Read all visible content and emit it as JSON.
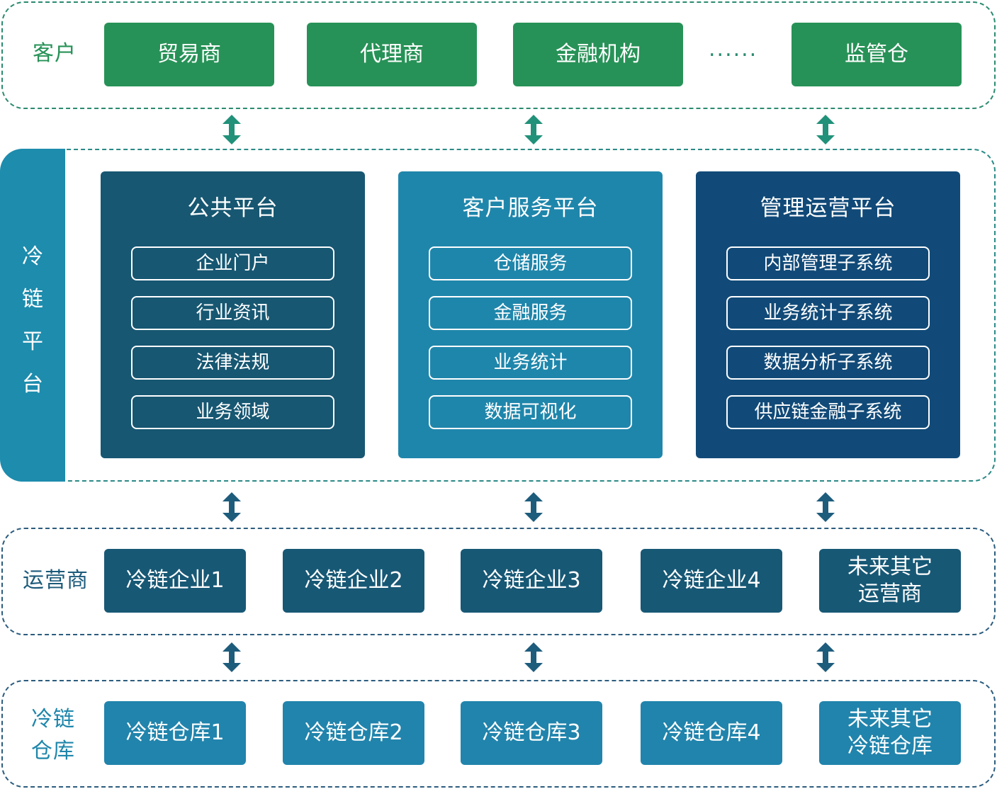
{
  "customers": {
    "label": "客户",
    "items": [
      "贸易商",
      "代理商",
      "金融机构",
      "监管仓"
    ],
    "ellipsis": "......"
  },
  "platform": {
    "side_label": [
      "冷",
      "链",
      "平",
      "台"
    ],
    "panels": [
      {
        "title": "公共平台",
        "items": [
          "企业门户",
          "行业资讯",
          "法律法规",
          "业务领域"
        ],
        "color": "#175772"
      },
      {
        "title": "客户服务平台",
        "items": [
          "仓储服务",
          "金融服务",
          "业务统计",
          "数据可视化"
        ],
        "color": "#1f86ab"
      },
      {
        "title": "管理运营平台",
        "items": [
          "内部管理子系统",
          "业务统计子系统",
          "数据分析子系统",
          "供应链金融子系统"
        ],
        "color": "#114a78"
      }
    ]
  },
  "operators": {
    "label": "运营商",
    "items": [
      "冷链企业1",
      "冷链企业2",
      "冷链企业3",
      "冷链企业4",
      "未来其它\n运营商"
    ]
  },
  "warehouses": {
    "label": "冷链\n仓库",
    "items": [
      "冷链仓库1",
      "冷链仓库2",
      "冷链仓库3",
      "冷链仓库4",
      "未来其它\n冷链仓库"
    ]
  },
  "colors": {
    "customer_green": "#279257",
    "side_bar": "#1d8cad",
    "operator_box": "#175875",
    "warehouse_box": "#2184ac",
    "arrow_green": "#21917a",
    "arrow_blue": "#1e5c7c"
  }
}
